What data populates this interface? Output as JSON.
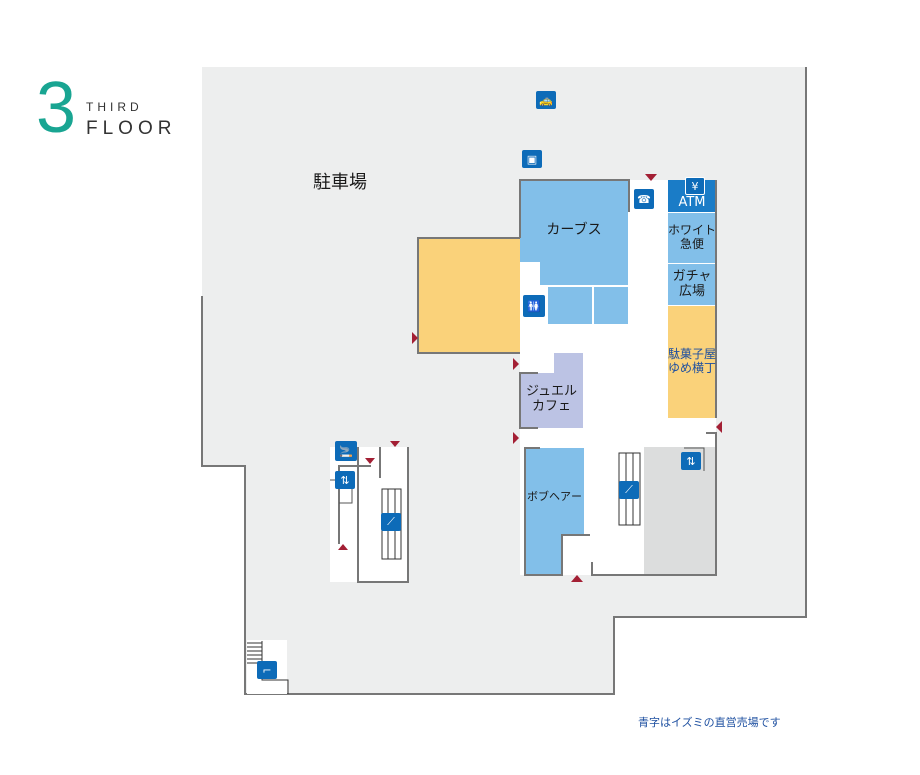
{
  "floor": {
    "number": "3",
    "word1": "THIRD",
    "word2": "FLOOR"
  },
  "areas": {
    "parking": "駐車場"
  },
  "stores": {
    "carbs": "カーブス",
    "atm": "ATM",
    "white_kyubin": [
      "ホワイト",
      "急便"
    ],
    "gacha": [
      "ガチャ",
      "広場"
    ],
    "dagashi": [
      "駄菓子屋",
      "ゆめ横丁"
    ],
    "jewel_cafe": [
      "ジュエル",
      "カフェ"
    ],
    "bob_hair": "ボブヘアー"
  },
  "note": "青字はイズミの直営売場です",
  "colors": {
    "tenant": "#82bfe9",
    "direct": "#fad27a",
    "cafe": "#bcc3e4",
    "atm": "#1a7cc7",
    "icon": "#0d6bb8",
    "entrance": "#a31f34",
    "floor": "#edeeee",
    "teal": "#19a592"
  }
}
